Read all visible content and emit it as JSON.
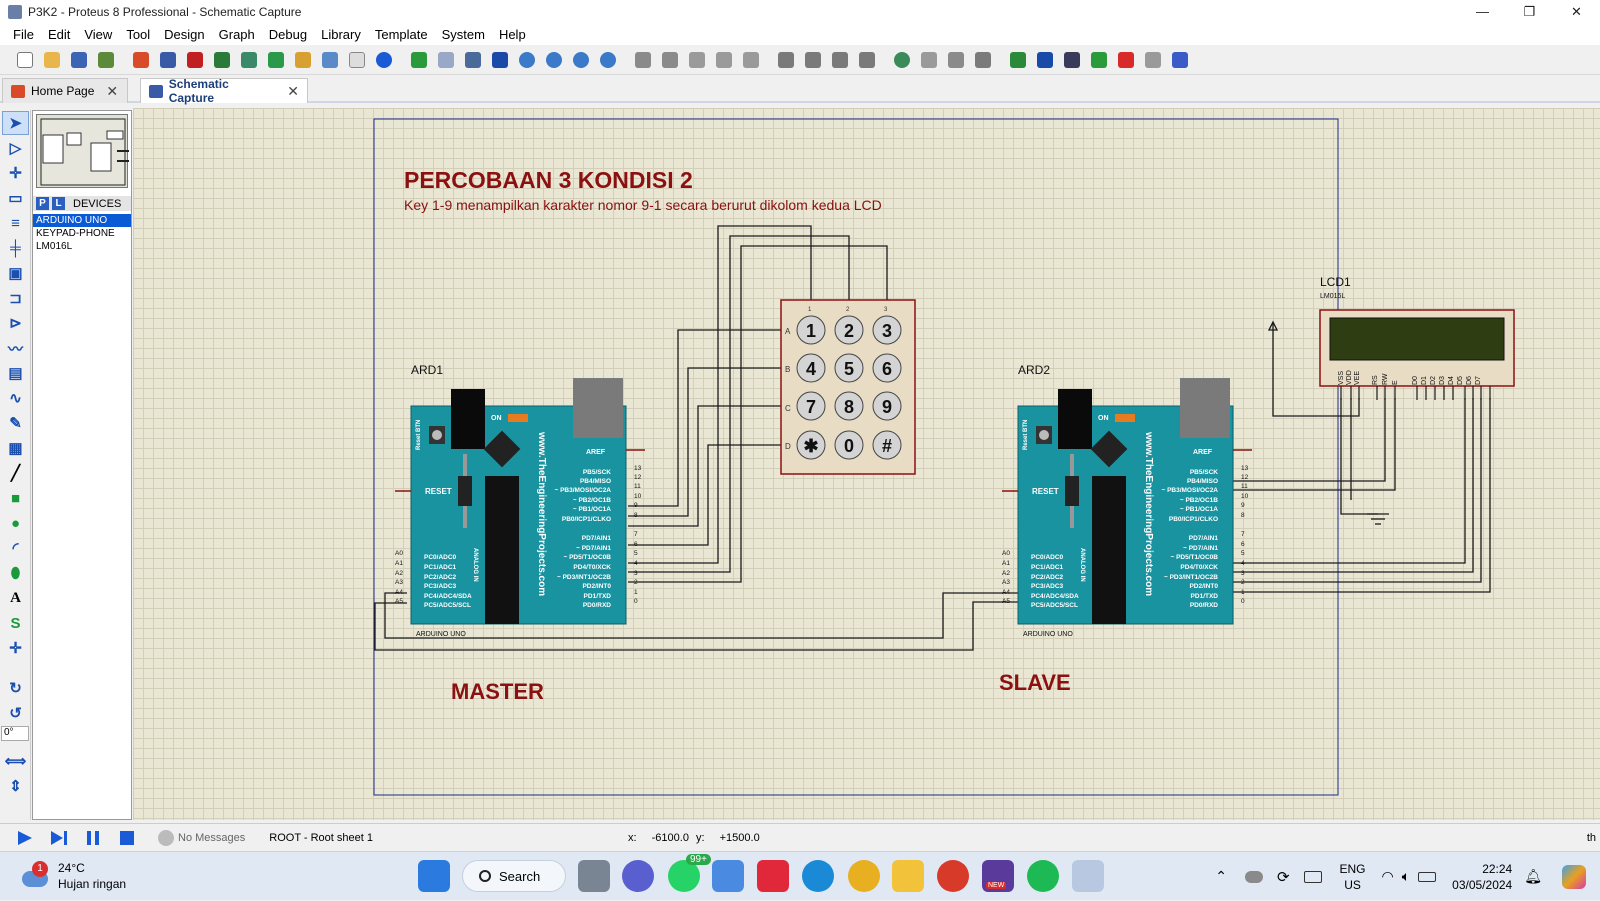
{
  "window": {
    "title": "P3K2 - Proteus 8 Professional - Schematic Capture",
    "minimize": "—",
    "maximize": "❐",
    "close": "✕"
  },
  "menu": [
    "File",
    "Edit",
    "View",
    "Tool",
    "Design",
    "Graph",
    "Debug",
    "Library",
    "Template",
    "System",
    "Help"
  ],
  "tabs": [
    {
      "label": "Home Page"
    },
    {
      "label": "Schematic Capture"
    }
  ],
  "tab_close": "✕",
  "devices": {
    "p_label": "P",
    "l_label": "L",
    "header": "DEVICES",
    "items": [
      "ARDUINO UNO",
      "KEYPAD-PHONE",
      "LM016L"
    ],
    "selected": "ARDUINO UNO"
  },
  "rotation": "0°",
  "schematic": {
    "title": "PERCOBAAN 3 KONDISI 2",
    "subtitle": "Key 1-9 menampilkan karakter nomor 9-1 secara berurut dikolom kedua LCD",
    "master_label": "MASTER",
    "slave_label": "SLAVE",
    "ard1_ref": "ARD1",
    "ard2_ref": "ARD2",
    "board_name": "ARDUINO UNO",
    "website": "www.TheEngineeringProjects.com",
    "lcd_ref": "LCD1",
    "lcd_part": "LM016L",
    "keypad_keys": [
      "1",
      "2",
      "3",
      "4",
      "5",
      "6",
      "7",
      "8",
      "9",
      "✱",
      "0",
      "#"
    ],
    "keypad_rows": [
      "A",
      "B",
      "C",
      "D"
    ],
    "keypad_cols": [
      "1",
      "2",
      "3"
    ],
    "digital_pins": [
      "13",
      "12",
      "11",
      "10",
      "9",
      "8",
      "7",
      "6",
      "5",
      "4",
      "3",
      "2",
      "1",
      "0"
    ],
    "digital_labels": [
      "PB5/SCK",
      "PB4/MISO",
      "~ PB3/MOSI/OC2A",
      "~ PB2/OC1B",
      "~ PB1/OC1A",
      "PB0/ICP1/CLKO",
      "PD7/AIN1",
      "~ PD7/AIN1",
      "~ PD5/T1/OC0B",
      "PD4/T0/XCK",
      "~ PD3/INT1/OC2B",
      "PD2/INT0",
      "PD1/TXD",
      "PD0/RXD"
    ],
    "analog_pins": [
      "A0",
      "A1",
      "A2",
      "A3",
      "A4",
      "A5"
    ],
    "analog_labels": [
      "PC0/ADC0",
      "PC1/ADC1",
      "PC2/ADC2",
      "PC3/ADC3",
      "PC4/ADC4/SDA",
      "PC5/ADC5/SCL"
    ],
    "aref": "AREF",
    "reset": "RESET",
    "reset_btn": "Reset BTN",
    "on_label": "ON",
    "analog_in": "ANALOG IN",
    "lcd_pins": [
      "VSS",
      "VDD",
      "VEE",
      "RS",
      "RW",
      "E",
      "D0",
      "D1",
      "D2",
      "D3",
      "D4",
      "D5",
      "D6",
      "D7"
    ]
  },
  "status": {
    "messages": "No Messages",
    "sheet": "ROOT - Root sheet 1",
    "x_label": "x:",
    "x_value": "-6100.0",
    "y_label": "y:",
    "y_value": "+1500.0",
    "edge_text": "th"
  },
  "taskbar": {
    "temperature": "24°C",
    "weather": "Hujan ringan",
    "search": "Search",
    "whatsapp_badge": "99+",
    "lang_top": "ENG",
    "lang_bottom": "US",
    "time": "22:24",
    "date": "03/05/2024",
    "new_badge": "NEW",
    "alert_badge": "1"
  }
}
